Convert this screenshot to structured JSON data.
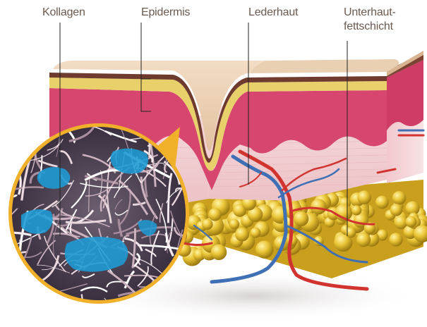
{
  "labels": {
    "kollagen": "Kollagen",
    "epidermis": "Epidermis",
    "lederhaut": "Lederhaut",
    "unterhaut_line1": "Unterhaut-",
    "unterhaut_line2": "fettschicht"
  },
  "colors": {
    "label_text": "#6b5a50",
    "leader_line": "#222222",
    "epidermis_top": "#e7c9a9",
    "dermis_pink": "#d9406b",
    "lederhaut": "#f3d3d6",
    "fat_yellow": "#e0b82c",
    "artery_red": "#d1332f",
    "vein_blue": "#3f6fb5",
    "collagen_blue": "#1f9ad3",
    "lens_ring": "#f0b02a"
  }
}
